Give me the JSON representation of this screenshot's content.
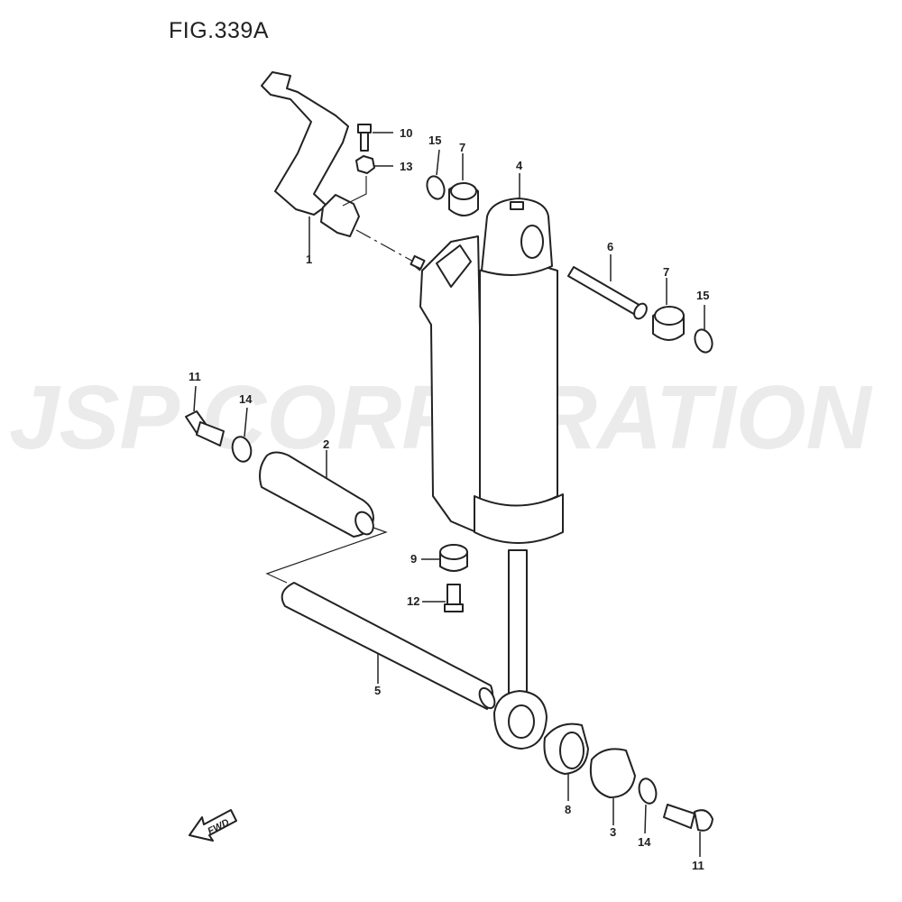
{
  "figure": {
    "title": "FIG.339A",
    "watermark": "JSP CORPORATION",
    "direction_badge": "FWD",
    "callouts": {
      "c1": "1",
      "c2": "2",
      "c3": "3",
      "c4": "4",
      "c5": "5",
      "c6": "6",
      "c7a": "7",
      "c7b": "7",
      "c8": "8",
      "c9": "9",
      "c10": "10",
      "c11a": "11",
      "c11b": "11",
      "c12": "12",
      "c13": "13",
      "c14a": "14",
      "c14b": "14",
      "c15a": "15",
      "c15b": "15"
    }
  }
}
